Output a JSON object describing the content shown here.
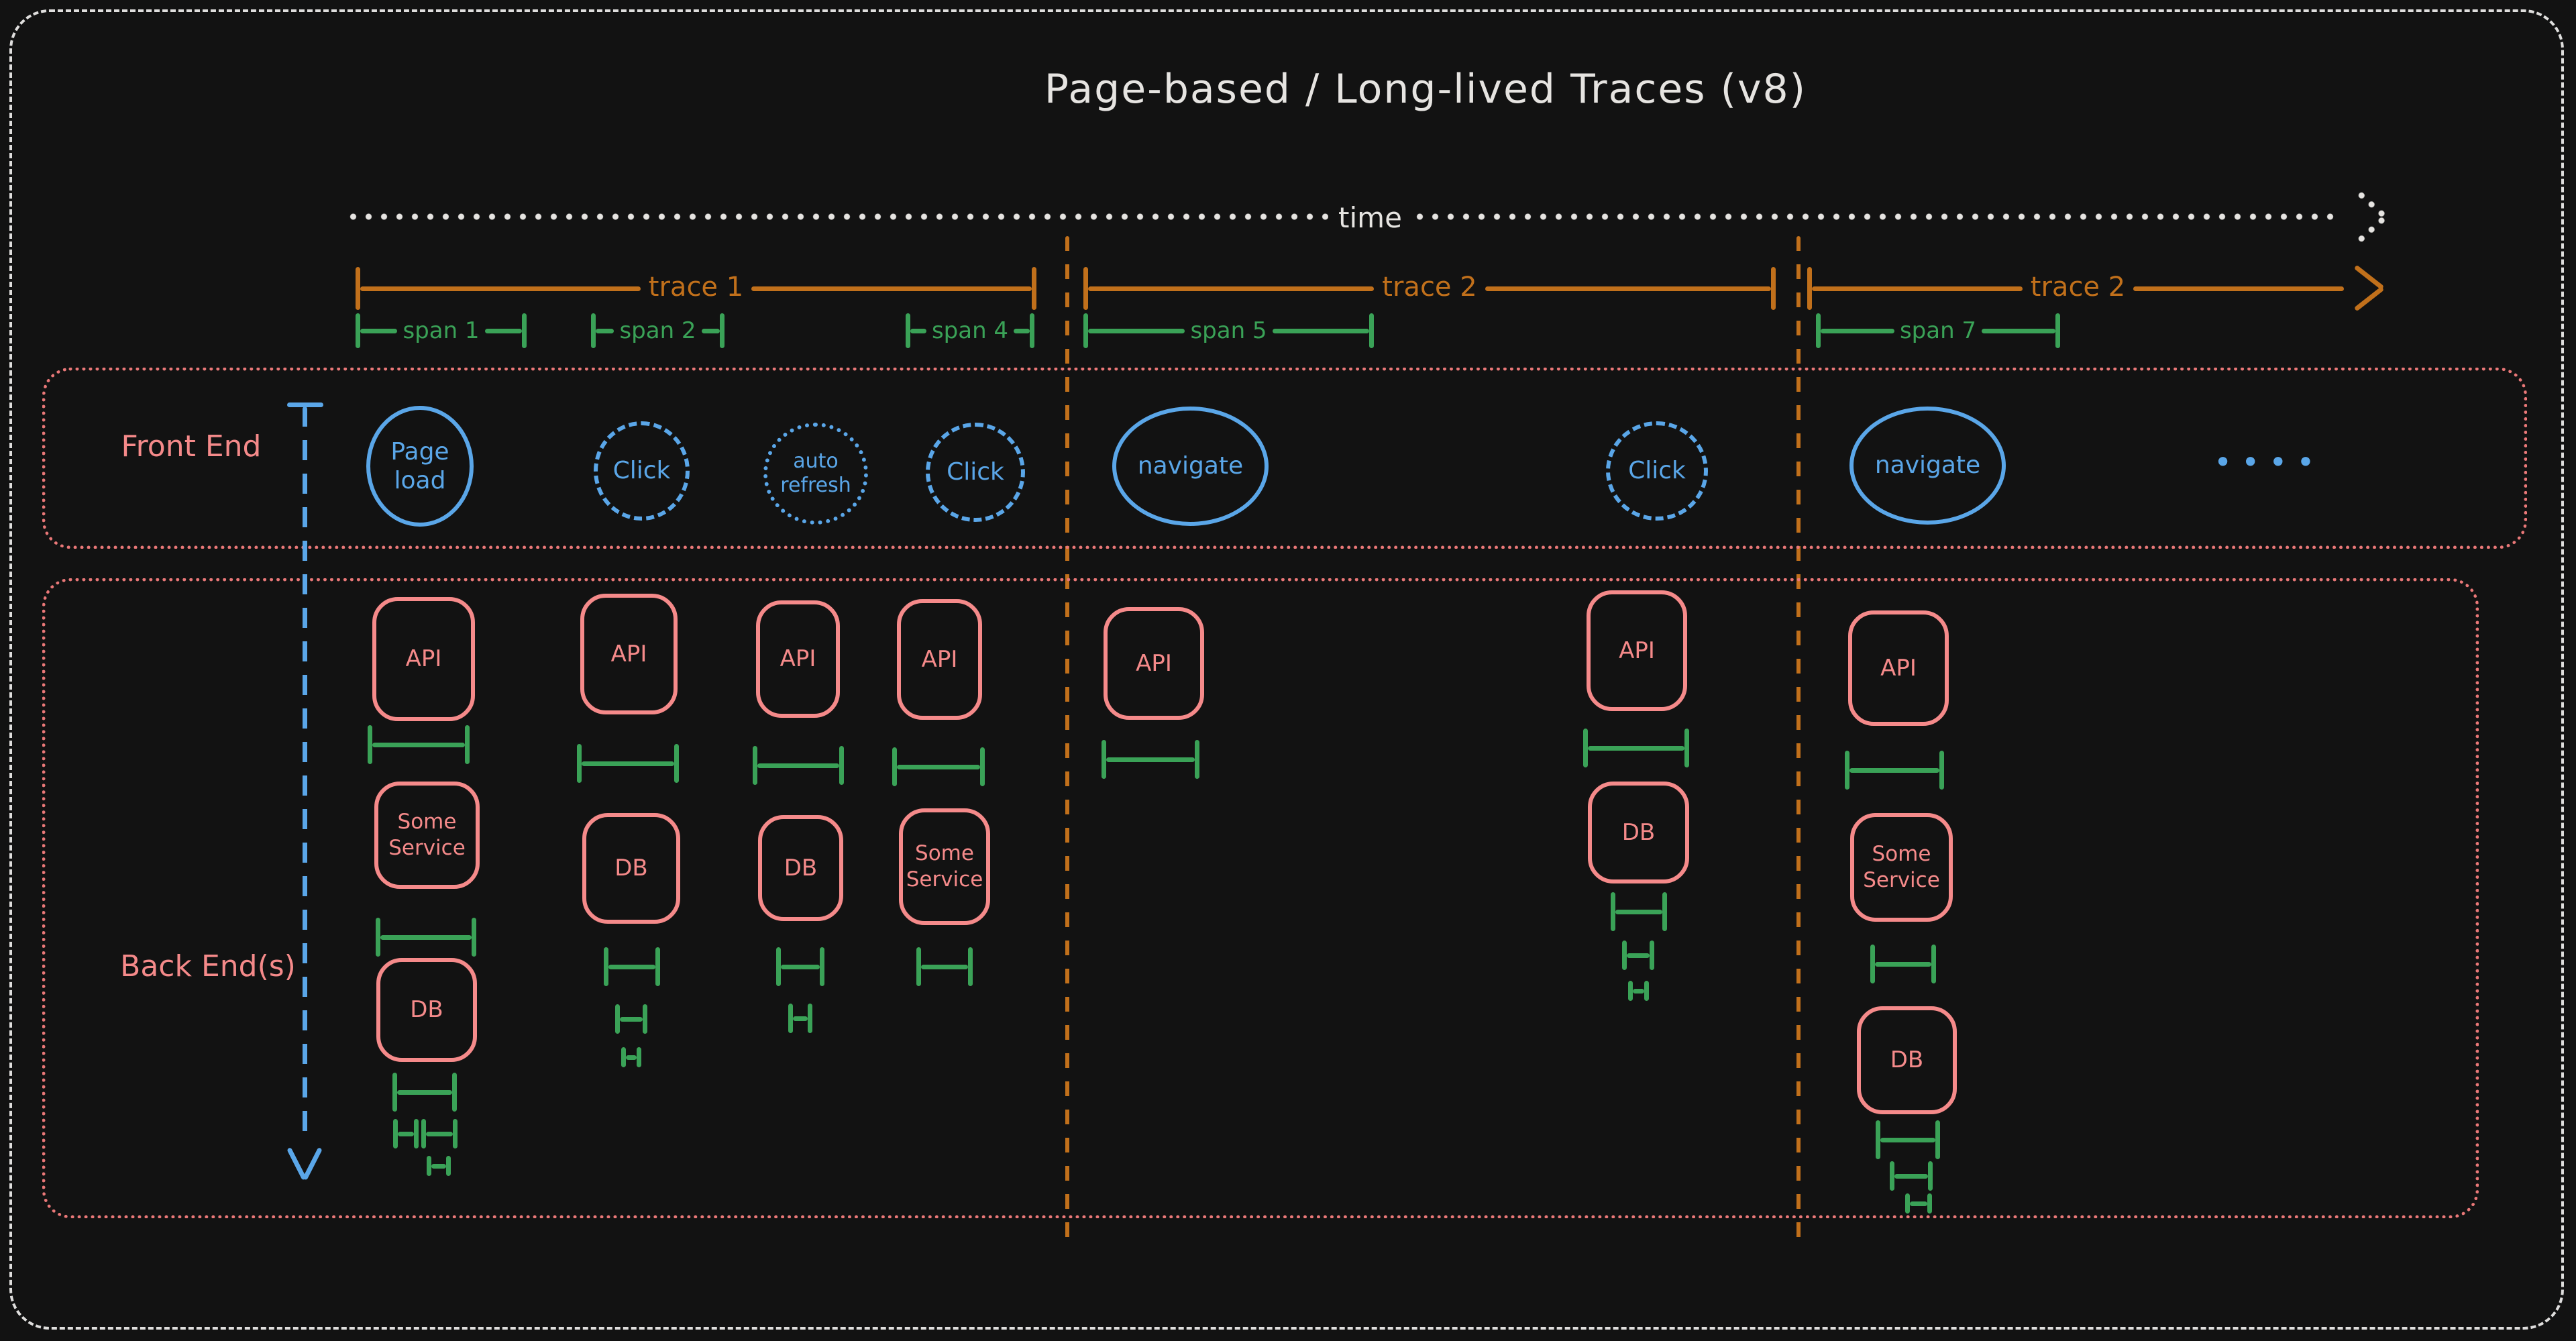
{
  "title": "Page-based / Long-lived Traces (v8)",
  "timeline": {
    "label": "time"
  },
  "traces": [
    {
      "label": "trace 1"
    },
    {
      "label": "trace 2"
    },
    {
      "label": "trace 2"
    }
  ],
  "spans": [
    {
      "label": "span 1"
    },
    {
      "label": "span 2"
    },
    {
      "label": "span 4"
    },
    {
      "label": "span 5"
    },
    {
      "label": "span 7"
    }
  ],
  "lanes": {
    "frontend_label": "Front End",
    "backend_label": "Back End(s)"
  },
  "frontend_events": [
    {
      "label": "Page\nload"
    },
    {
      "label": "Click"
    },
    {
      "label": "auto\nrefresh"
    },
    {
      "label": "Click"
    },
    {
      "label": "navigate"
    },
    {
      "label": "Click"
    },
    {
      "label": "navigate"
    }
  ],
  "more_events_label": "••••",
  "backend": {
    "col1": {
      "api": "API",
      "service": "Some\nService",
      "db": "DB"
    },
    "col2": {
      "api": "API",
      "db": "DB"
    },
    "col3": {
      "api": "API",
      "db": "DB"
    },
    "col4": {
      "api": "API",
      "service": "Some\nService"
    },
    "col5": {
      "api": "API"
    },
    "col6": {
      "api": "API",
      "db": "DB"
    },
    "col7": {
      "api": "API",
      "service": "Some\nService",
      "db": "DB"
    }
  },
  "colors": {
    "background": "#121212",
    "outline": "#e6e4e1",
    "trace_orange": "#c1701b",
    "span_green": "#3aa257",
    "frontend_blue": "#5aa6e8",
    "backend_salmon": "#f58a8a"
  }
}
